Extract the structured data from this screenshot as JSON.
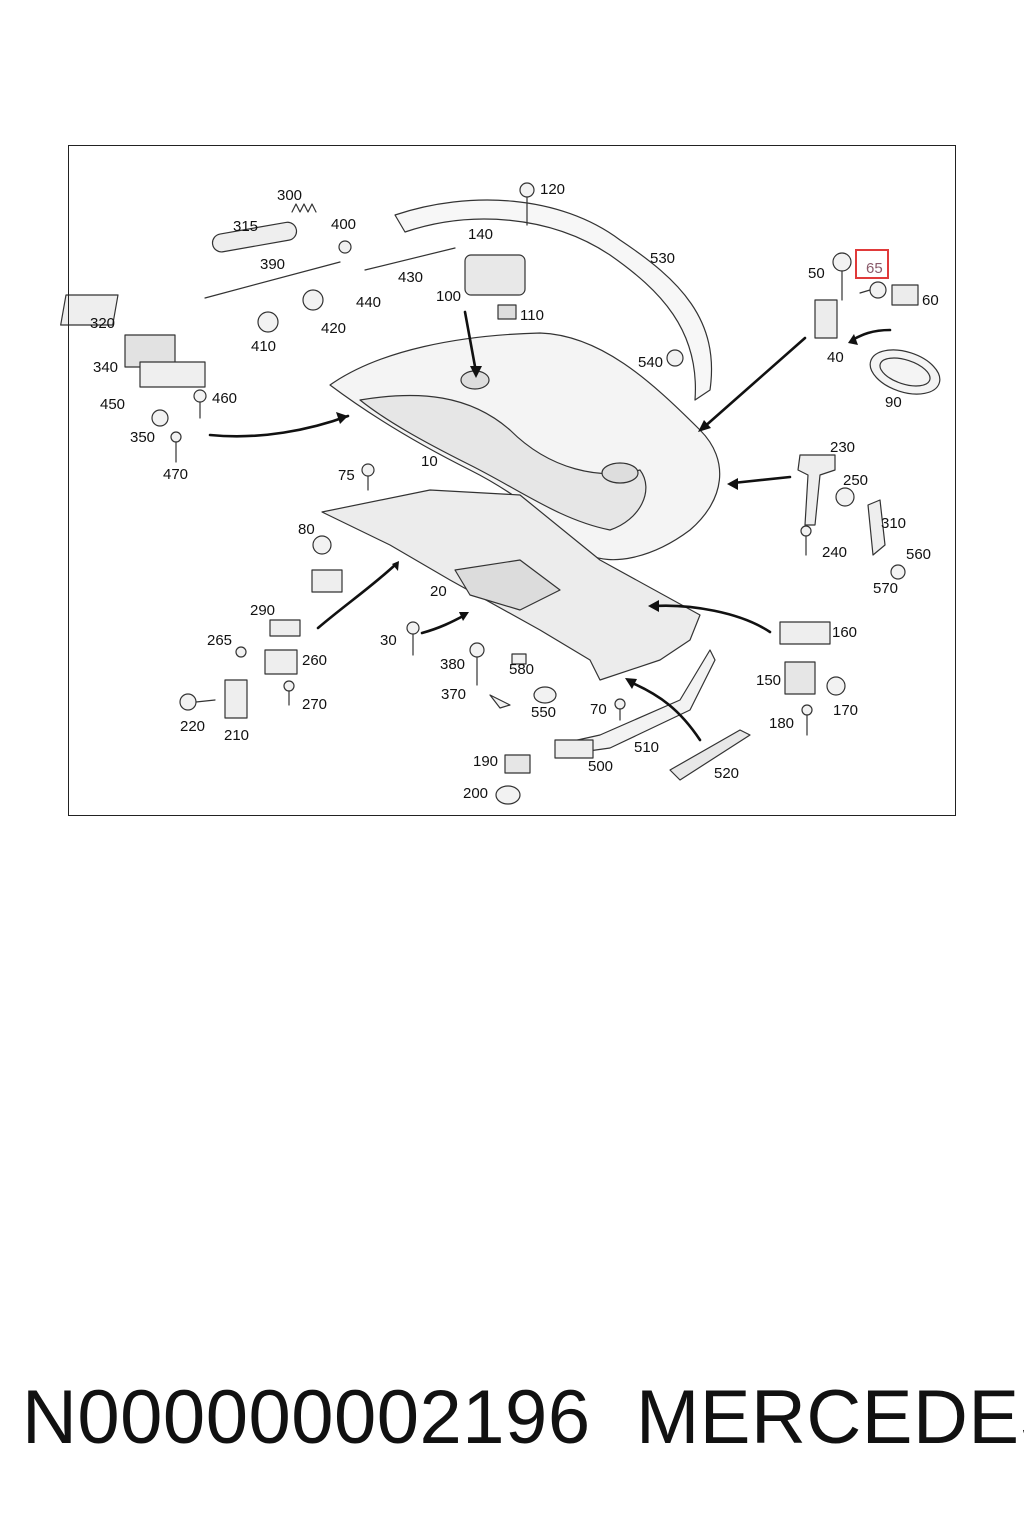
{
  "diagram": {
    "callouts": [
      {
        "id": "c300",
        "text": "300"
      },
      {
        "id": "c120",
        "text": "120"
      },
      {
        "id": "c315",
        "text": "315"
      },
      {
        "id": "c400",
        "text": "400"
      },
      {
        "id": "c140",
        "text": "140"
      },
      {
        "id": "c530",
        "text": "530"
      },
      {
        "id": "c390",
        "text": "390"
      },
      {
        "id": "c430",
        "text": "430"
      },
      {
        "id": "c100",
        "text": "100"
      },
      {
        "id": "c440",
        "text": "440"
      },
      {
        "id": "c110",
        "text": "110"
      },
      {
        "id": "c320",
        "text": "320"
      },
      {
        "id": "c410",
        "text": "410"
      },
      {
        "id": "c420",
        "text": "420"
      },
      {
        "id": "c50",
        "text": "50"
      },
      {
        "id": "c65",
        "text": "65"
      },
      {
        "id": "c60",
        "text": "60"
      },
      {
        "id": "c40",
        "text": "40"
      },
      {
        "id": "c90",
        "text": "90"
      },
      {
        "id": "c340",
        "text": "340"
      },
      {
        "id": "c540",
        "text": "540"
      },
      {
        "id": "c450",
        "text": "450"
      },
      {
        "id": "c460",
        "text": "460"
      },
      {
        "id": "c350",
        "text": "350"
      },
      {
        "id": "c470",
        "text": "470"
      },
      {
        "id": "c10",
        "text": "10"
      },
      {
        "id": "c75",
        "text": "75"
      },
      {
        "id": "c230",
        "text": "230"
      },
      {
        "id": "c250",
        "text": "250"
      },
      {
        "id": "c310",
        "text": "310"
      },
      {
        "id": "c80",
        "text": "80"
      },
      {
        "id": "c240",
        "text": "240"
      },
      {
        "id": "c560",
        "text": "560"
      },
      {
        "id": "c570",
        "text": "570"
      },
      {
        "id": "c20",
        "text": "20"
      },
      {
        "id": "c290",
        "text": "290"
      },
      {
        "id": "c265",
        "text": "265"
      },
      {
        "id": "c260",
        "text": "260"
      },
      {
        "id": "c30",
        "text": "30"
      },
      {
        "id": "c160",
        "text": "160"
      },
      {
        "id": "c380",
        "text": "380"
      },
      {
        "id": "c580",
        "text": "580"
      },
      {
        "id": "c150",
        "text": "150"
      },
      {
        "id": "c170",
        "text": "170"
      },
      {
        "id": "c220",
        "text": "220"
      },
      {
        "id": "c270",
        "text": "270"
      },
      {
        "id": "c370",
        "text": "370"
      },
      {
        "id": "c550",
        "text": "550"
      },
      {
        "id": "c70",
        "text": "70"
      },
      {
        "id": "c210",
        "text": "210"
      },
      {
        "id": "c510",
        "text": "510"
      },
      {
        "id": "c180",
        "text": "180"
      },
      {
        "id": "c500",
        "text": "500"
      },
      {
        "id": "c190",
        "text": "190"
      },
      {
        "id": "c520",
        "text": "520"
      },
      {
        "id": "c200",
        "text": "200"
      }
    ],
    "highlighted_callout": "65",
    "highlight_color": "#e03a3a"
  },
  "caption": {
    "part_number": "N000000002196",
    "brand": "MERCEDES"
  }
}
